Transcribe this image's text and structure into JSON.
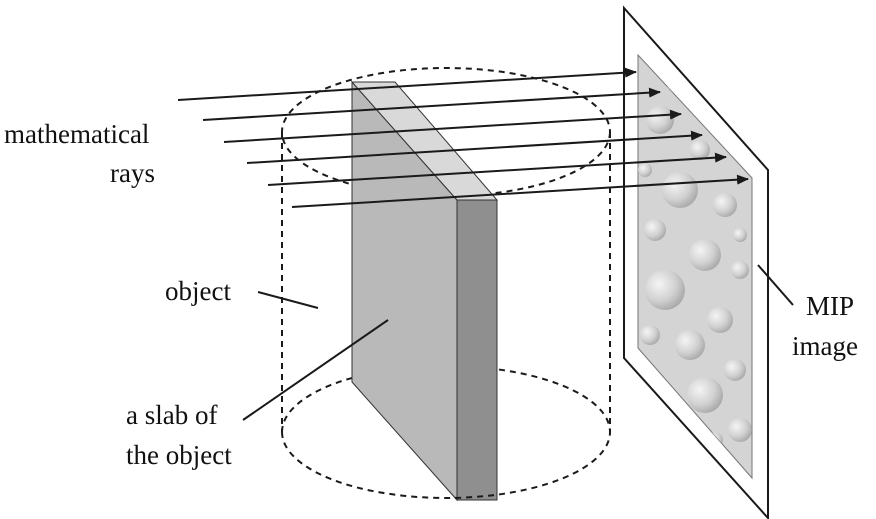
{
  "labels": {
    "rays_line1": "mathematical",
    "rays_line2": "rays",
    "object": "object",
    "slab_line1": "a slab of",
    "slab_line2": "the object",
    "mip_line1": "MIP",
    "mip_line2": "image"
  },
  "colors": {
    "line": "#1a1a1a",
    "slab_front": "#b9b9b9",
    "slab_top": "#d9d9d9",
    "slab_side": "#8f8f8f",
    "image_texture": "#d4d4d4"
  }
}
